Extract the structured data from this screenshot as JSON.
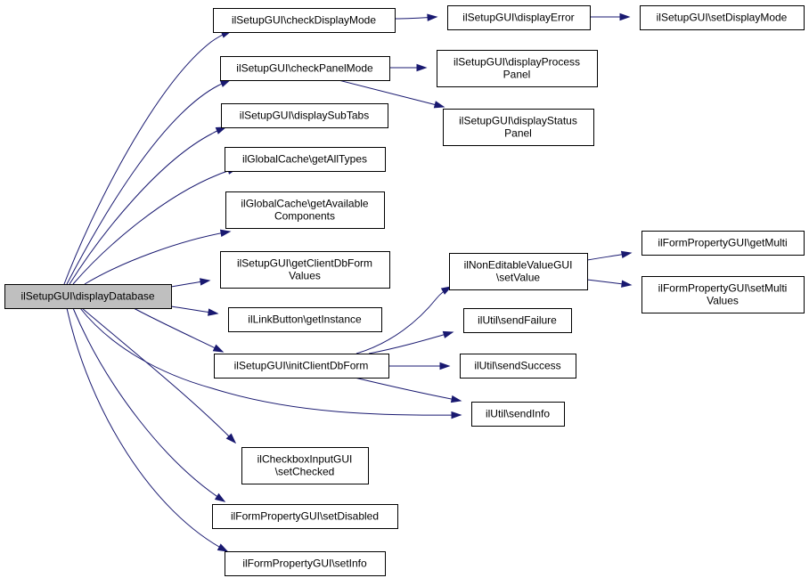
{
  "graph": {
    "nodes": [
      {
        "id": "root",
        "lines": [
          "ilSetupGUI\\displayDatabase"
        ],
        "root": true
      },
      {
        "id": "checkDisplayMode",
        "lines": [
          "ilSetupGUI\\checkDisplayMode"
        ]
      },
      {
        "id": "checkPanelMode",
        "lines": [
          "ilSetupGUI\\checkPanelMode"
        ]
      },
      {
        "id": "displaySubTabs",
        "lines": [
          "ilSetupGUI\\displaySubTabs"
        ]
      },
      {
        "id": "getAllTypes",
        "lines": [
          "ilGlobalCache\\getAllTypes"
        ]
      },
      {
        "id": "getAvailableComponents",
        "lines": [
          "ilGlobalCache\\getAvailable",
          "Components"
        ]
      },
      {
        "id": "getClientDbFormValues",
        "lines": [
          "ilSetupGUI\\getClientDbForm",
          "Values"
        ]
      },
      {
        "id": "getInstance",
        "lines": [
          "ilLinkButton\\getInstance"
        ]
      },
      {
        "id": "initClientDbForm",
        "lines": [
          "ilSetupGUI\\initClientDbForm"
        ]
      },
      {
        "id": "setChecked",
        "lines": [
          "ilCheckboxInputGUI",
          "\\setChecked"
        ]
      },
      {
        "id": "setDisabled",
        "lines": [
          "ilFormPropertyGUI\\setDisabled"
        ]
      },
      {
        "id": "setInfo",
        "lines": [
          "ilFormPropertyGUI\\setInfo"
        ]
      },
      {
        "id": "displayError",
        "lines": [
          "ilSetupGUI\\displayError"
        ]
      },
      {
        "id": "setDisplayMode",
        "lines": [
          "ilSetupGUI\\setDisplayMode"
        ]
      },
      {
        "id": "displayProcessPanel",
        "lines": [
          "ilSetupGUI\\displayProcess",
          "Panel"
        ]
      },
      {
        "id": "displayStatusPanel",
        "lines": [
          "ilSetupGUI\\displayStatus",
          "Panel"
        ]
      },
      {
        "id": "setValue",
        "lines": [
          "ilNonEditableValueGUI",
          "\\setValue"
        ]
      },
      {
        "id": "sendFailure",
        "lines": [
          "ilUtil\\sendFailure"
        ]
      },
      {
        "id": "sendSuccess",
        "lines": [
          "ilUtil\\sendSuccess"
        ]
      },
      {
        "id": "sendInfo",
        "lines": [
          "ilUtil\\sendInfo"
        ]
      },
      {
        "id": "getMulti",
        "lines": [
          "ilFormPropertyGUI\\getMulti"
        ]
      },
      {
        "id": "setMultiValues",
        "lines": [
          "ilFormPropertyGUI\\setMulti",
          "Values"
        ]
      }
    ],
    "edges": [
      {
        "from": "root",
        "to": "checkDisplayMode"
      },
      {
        "from": "root",
        "to": "checkPanelMode"
      },
      {
        "from": "root",
        "to": "displaySubTabs"
      },
      {
        "from": "root",
        "to": "getAllTypes"
      },
      {
        "from": "root",
        "to": "getAvailableComponents"
      },
      {
        "from": "root",
        "to": "getClientDbFormValues"
      },
      {
        "from": "root",
        "to": "getInstance"
      },
      {
        "from": "root",
        "to": "initClientDbForm"
      },
      {
        "from": "root",
        "to": "sendInfo"
      },
      {
        "from": "root",
        "to": "setChecked"
      },
      {
        "from": "root",
        "to": "setDisabled"
      },
      {
        "from": "root",
        "to": "setInfo"
      },
      {
        "from": "checkDisplayMode",
        "to": "displayError"
      },
      {
        "from": "displayError",
        "to": "setDisplayMode"
      },
      {
        "from": "checkPanelMode",
        "to": "displayProcessPanel"
      },
      {
        "from": "checkPanelMode",
        "to": "displayStatusPanel"
      },
      {
        "from": "initClientDbForm",
        "to": "setValue"
      },
      {
        "from": "initClientDbForm",
        "to": "sendFailure"
      },
      {
        "from": "initClientDbForm",
        "to": "sendSuccess"
      },
      {
        "from": "initClientDbForm",
        "to": "sendInfo"
      },
      {
        "from": "setValue",
        "to": "getMulti"
      },
      {
        "from": "setValue",
        "to": "setMultiValues"
      }
    ]
  },
  "colors": {
    "edge": "#191970",
    "root_fill": "#bfbfbf",
    "node_fill": "#ffffff",
    "node_border": "#000000"
  }
}
